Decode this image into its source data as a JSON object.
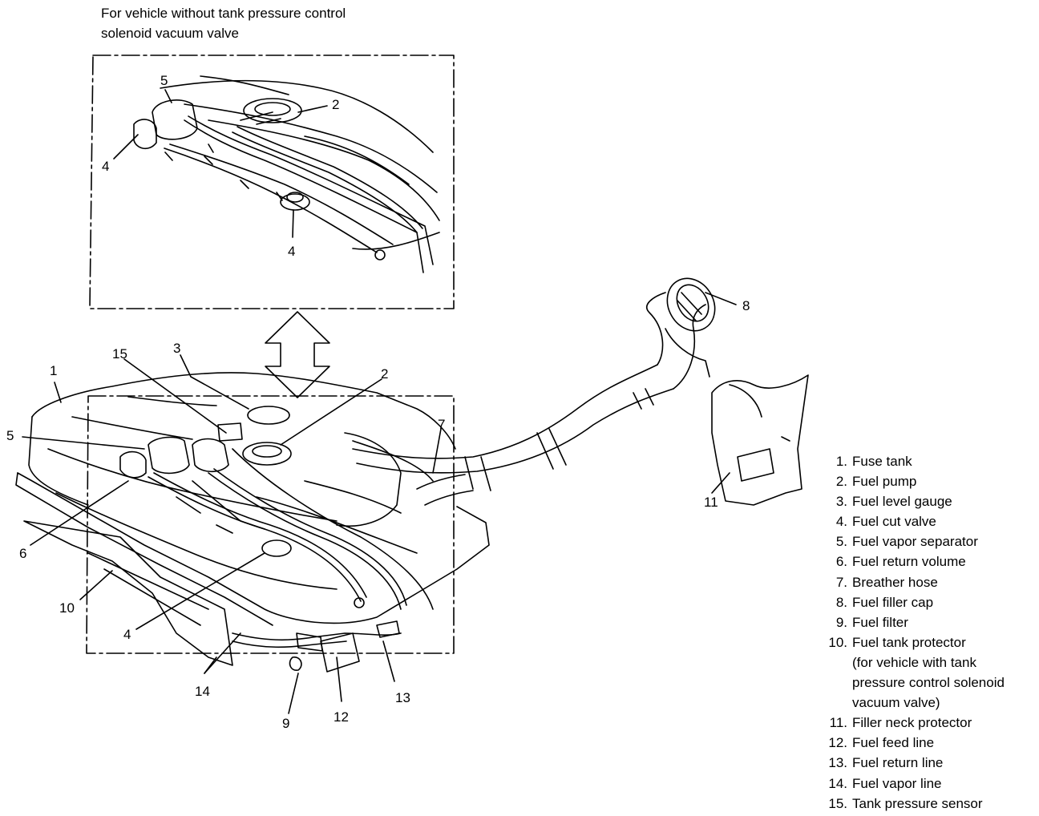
{
  "caption": {
    "line1": "For vehicle without tank pressure control",
    "line2": "solenoid vacuum valve"
  },
  "callouts": {
    "inset": {
      "c5": "5",
      "c2": "2",
      "c4a": "4",
      "c4b": "4"
    },
    "main": {
      "c1": "1",
      "c15": "15",
      "c3": "3",
      "c2": "2",
      "c5": "5",
      "c7": "7",
      "c6": "6",
      "c10": "10",
      "c4": "4",
      "c14": "14",
      "c9": "9",
      "c12": "12",
      "c13": "13",
      "c8": "8",
      "c11": "11"
    }
  },
  "legend": [
    {
      "num": "1.",
      "text": "Fuse tank"
    },
    {
      "num": "2.",
      "text": "Fuel pump"
    },
    {
      "num": "3.",
      "text": "Fuel level gauge"
    },
    {
      "num": "4.",
      "text": "Fuel cut valve"
    },
    {
      "num": "5.",
      "text": "Fuel vapor separator"
    },
    {
      "num": "6.",
      "text": "Fuel return volume"
    },
    {
      "num": "7.",
      "text": "Breather hose"
    },
    {
      "num": "8.",
      "text": "Fuel filler cap"
    },
    {
      "num": "9.",
      "text": "Fuel filter"
    },
    {
      "num": "10.",
      "text": "Fuel tank protector"
    },
    {
      "num": "",
      "text": "(for vehicle with tank"
    },
    {
      "num": "",
      "text": "pressure control solenoid"
    },
    {
      "num": "",
      "text": "vacuum valve)"
    },
    {
      "num": "11.",
      "text": "Filler neck protector"
    },
    {
      "num": "12.",
      "text": "Fuel feed line"
    },
    {
      "num": "13.",
      "text": "Fuel return line"
    },
    {
      "num": "14.",
      "text": "Fuel vapor line"
    },
    {
      "num": "15.",
      "text": "Tank pressure sensor"
    }
  ]
}
